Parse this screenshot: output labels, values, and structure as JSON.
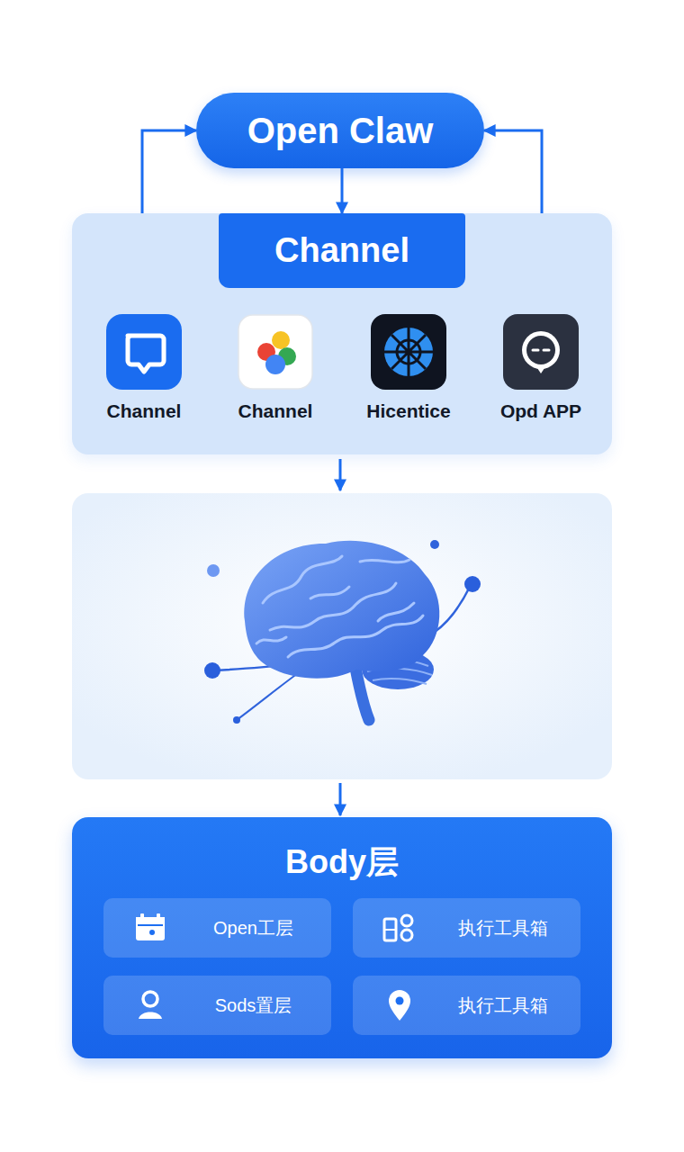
{
  "diagram": {
    "nodes": [
      {
        "text": [
          "Open Claw"
        ]
      },
      {
        "text": [
          "Channel"
        ]
      },
      {
        "text": [
          "Channel"
        ],
        "in": 1
      },
      {
        "text": [
          "Channel"
        ],
        "in": 1
      },
      {
        "text": [
          "Hicentice"
        ],
        "in": 1
      },
      {
        "text": [
          "Opd APP"
        ],
        "in": 1
      },
      {
        "text": [
          "Body层"
        ]
      },
      {
        "text": [
          "Open工层"
        ],
        "in": 6
      },
      {
        "text": [
          "执行工具箱"
        ],
        "in": 6
      },
      {
        "text": [
          "Sods置层"
        ],
        "in": 6
      },
      {
        "text": [
          "执行工具箱"
        ],
        "in": 6
      }
    ],
    "edges": [
      {
        "from": 0,
        "to": 1,
        "arrow": "to"
      },
      {
        "from": 1,
        "to": 0,
        "arrow": "to"
      },
      {
        "from": 1,
        "to": 0,
        "arrow": "to"
      }
    ]
  }
}
